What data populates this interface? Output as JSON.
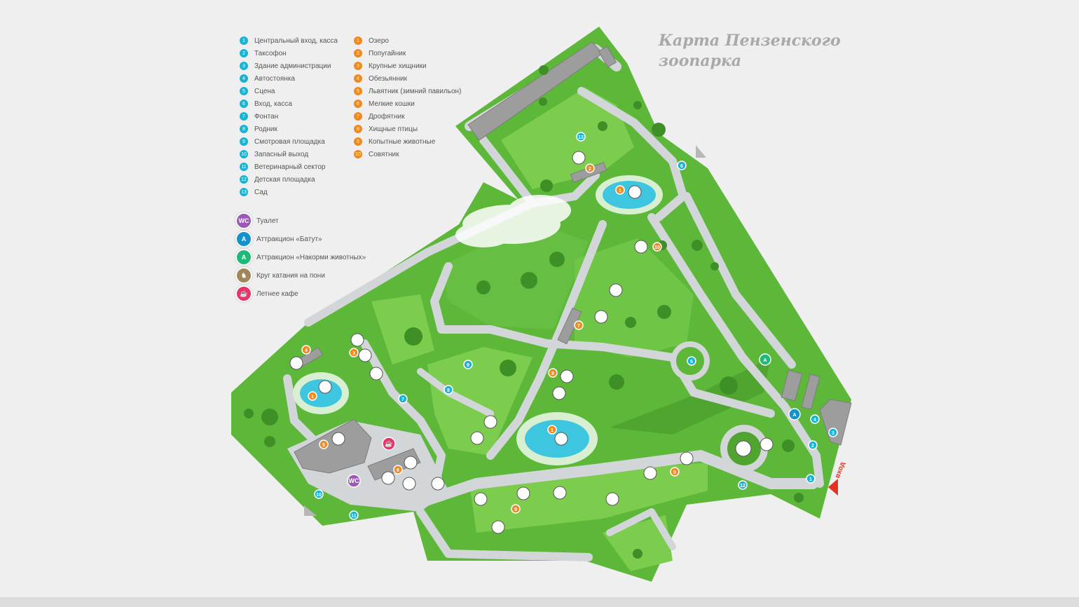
{
  "title": {
    "line1": "Карта Пензенского",
    "line2": "зоопарка"
  },
  "legend_blue": [
    {
      "num": "1",
      "label": "Центральный вход, касса"
    },
    {
      "num": "2",
      "label": "Таксофон"
    },
    {
      "num": "3",
      "label": "Здание администрации"
    },
    {
      "num": "4",
      "label": "Автостоянка"
    },
    {
      "num": "5",
      "label": "Сцена"
    },
    {
      "num": "6",
      "label": "Вход, касса"
    },
    {
      "num": "7",
      "label": "Фонтан"
    },
    {
      "num": "8",
      "label": "Родник"
    },
    {
      "num": "9",
      "label": "Смотровая площадка"
    },
    {
      "num": "10",
      "label": "Запасный выход"
    },
    {
      "num": "11",
      "label": "Ветеринарный сектор"
    },
    {
      "num": "12",
      "label": "Детская площадка"
    },
    {
      "num": "13",
      "label": "Сад"
    }
  ],
  "legend_orange": [
    {
      "num": "1",
      "label": "Озеро"
    },
    {
      "num": "2",
      "label": "Попугайник"
    },
    {
      "num": "3",
      "label": "Крупные хищники"
    },
    {
      "num": "4",
      "label": "Обезьянник"
    },
    {
      "num": "5",
      "label": "Львятник (зимний павильон)"
    },
    {
      "num": "6",
      "label": "Мелкие кошки"
    },
    {
      "num": "7",
      "label": "Дрофятник"
    },
    {
      "num": "8",
      "label": "Хищные птицы"
    },
    {
      "num": "9",
      "label": "Копытные животные"
    },
    {
      "num": "10",
      "label": "Совятник"
    }
  ],
  "facilities": [
    {
      "icon": "WC",
      "label": "Туалет",
      "color": "#9b59b6",
      "icon_name": "toilet-icon"
    },
    {
      "icon": "A",
      "label": "Аттракцион «Батут»",
      "color": "#1592c9",
      "icon_name": "trampoline-icon"
    },
    {
      "icon": "A",
      "label": "Аттракцион «Накорми животных»",
      "color": "#21b97a",
      "icon_name": "feed-animals-icon"
    },
    {
      "icon": "♞",
      "label": "Круг катания на пони",
      "color": "#a0865a",
      "icon_name": "pony-ride-icon"
    },
    {
      "icon": "☕",
      "label": "Летнее кафе",
      "color": "#e8336b",
      "icon_name": "cafe-icon"
    }
  ],
  "map": {
    "entry_label": "вход",
    "colors": {
      "grass": "#5db83a",
      "grass_light": "#7ccc4e",
      "path": "#cfd2d4",
      "water": "#3ec6e0",
      "building": "#9a9a9a"
    },
    "blue_markers": [
      "1",
      "2",
      "3",
      "4",
      "5",
      "6",
      "7",
      "8",
      "9",
      "10",
      "11",
      "12",
      "13"
    ],
    "orange_markers": [
      "1",
      "1",
      "1",
      "2",
      "3",
      "4",
      "5",
      "6",
      "7",
      "8",
      "9",
      "9",
      "10"
    ],
    "attraction_markers": [
      "A",
      "A"
    ],
    "wc_marker": "WC"
  }
}
